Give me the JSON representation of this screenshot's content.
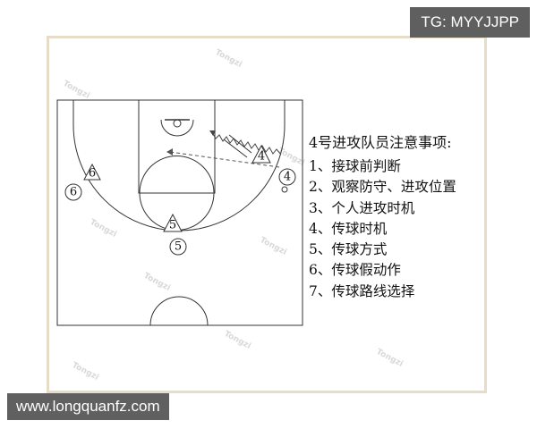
{
  "badges": {
    "top_right": "TG: MYYJJPP",
    "bottom_left": "www.longquanfz.com"
  },
  "notes": {
    "title": "4号进攻队员注意事项:",
    "items": [
      "1、接球前判断",
      "2、观察防守、进攻位置",
      "3、个人进攻时机",
      "4、传球时机",
      "5、传球方式",
      "6、传球假动作",
      "7、传球路线选择"
    ]
  },
  "players": {
    "attacker_4": "4",
    "defender_4": "4",
    "attacker_5": "5",
    "defender_5": "5",
    "attacker_6": "6",
    "defender_6": "6"
  },
  "colors": {
    "frame_border": "#e7dcc8",
    "court_lines": "#333333",
    "badge_bg": "#5f5f5f"
  }
}
